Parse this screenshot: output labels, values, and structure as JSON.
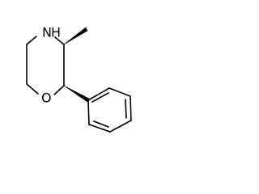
{
  "molecule": {
    "atoms": {
      "nitrogen_label": "N",
      "nitrogen_hydrogen": "H",
      "oxygen_label": "O"
    },
    "bond_color": "#000000",
    "background": "#ffffff"
  }
}
